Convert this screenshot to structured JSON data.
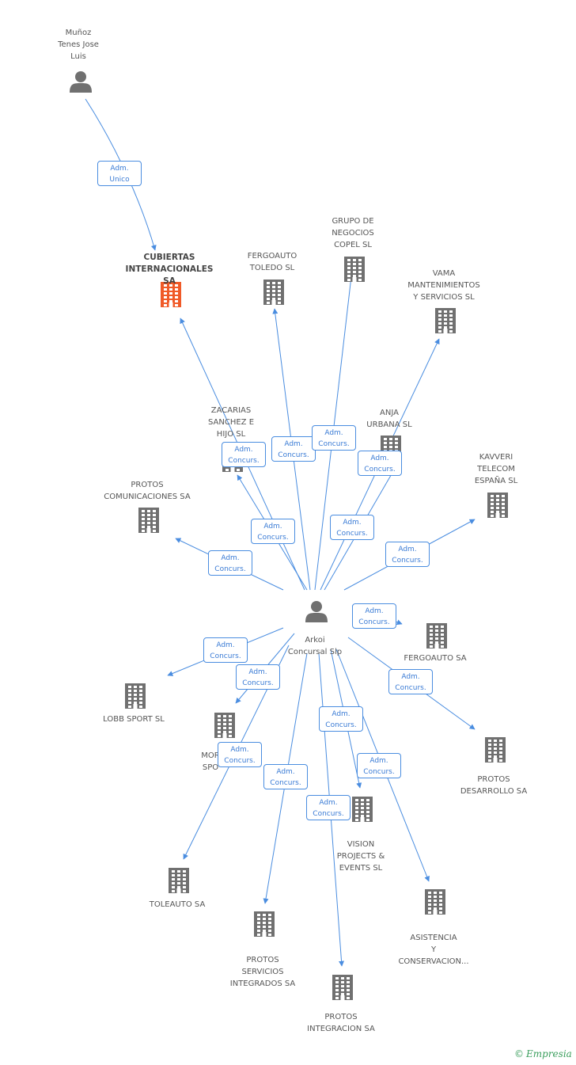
{
  "nodes": [
    {
      "id": "munoz",
      "type": "person",
      "label": "Muñoz\nTenes Jose\nLuis"
    },
    {
      "id": "cubiertas",
      "type": "company-main",
      "label": "CUBIERTAS\nINTERNACIONALES SA"
    },
    {
      "id": "fergoauto_toledo",
      "type": "company",
      "label": "FERGOAUTO\nTOLEDO SL"
    },
    {
      "id": "grupo",
      "type": "company",
      "label": "GRUPO DE\nNEGOCIOS\nCOPEL SL"
    },
    {
      "id": "vama",
      "type": "company",
      "label": "VAMA\nMANTENIMIENTOS\nY SERVICIOS SL"
    },
    {
      "id": "zacarias",
      "type": "company",
      "label": "ZACARIAS\nSANCHEZ E\nHIJO SL"
    },
    {
      "id": "anja",
      "type": "company",
      "label": "ANJA\nURBANA SL"
    },
    {
      "id": "kavveri",
      "type": "company",
      "label": "KAVVERI\nTELECOM\nESPAÑA SL"
    },
    {
      "id": "protos_com",
      "type": "company",
      "label": "PROTOS\nCOMUNICACIONES SA"
    },
    {
      "id": "arkoi",
      "type": "person",
      "label": "Arkoi\nConcursal Slp"
    },
    {
      "id": "fergoauto",
      "type": "company",
      "label": "FERGOAUTO SA"
    },
    {
      "id": "lobb",
      "type": "company",
      "label": "LOBB SPORT SL"
    },
    {
      "id": "mor",
      "type": "company",
      "label": "MOR\nSPO"
    },
    {
      "id": "protos_des",
      "type": "company",
      "label": "PROTOS\nDESARROLLO SA"
    },
    {
      "id": "vision",
      "type": "company",
      "label": "VISION\nPROJECTS &\nEVENTS SL"
    },
    {
      "id": "toleauto",
      "type": "company",
      "label": "TOLEAUTO SA"
    },
    {
      "id": "asistencia",
      "type": "company",
      "label": "ASISTENCIA\nY\nCONSERVACION..."
    },
    {
      "id": "protos_serv",
      "type": "company",
      "label": "PROTOS\nSERVICIOS\nINTEGRADOS SA"
    },
    {
      "id": "protos_int",
      "type": "company",
      "label": "PROTOS\nINTEGRACION SA"
    }
  ],
  "edges": [
    {
      "from": "munoz",
      "to": "cubiertas",
      "label": "Adm.\nUnico"
    },
    {
      "from": "arkoi",
      "to": "cubiertas",
      "label": "Adm.\nConcurs."
    },
    {
      "from": "arkoi",
      "to": "fergoauto_toledo",
      "label": "Adm.\nConcurs."
    },
    {
      "from": "arkoi",
      "to": "grupo",
      "label": "Adm.\nConcurs."
    },
    {
      "from": "arkoi",
      "to": "vama",
      "label": "Adm.\nConcurs."
    },
    {
      "from": "arkoi",
      "to": "zacarias",
      "label": "Adm.\nConcurs."
    },
    {
      "from": "arkoi",
      "to": "anja",
      "label": "Adm.\nConcurs."
    },
    {
      "from": "arkoi",
      "to": "kavveri",
      "label": "Adm.\nConcurs."
    },
    {
      "from": "arkoi",
      "to": "protos_com",
      "label": "Adm.\nConcurs."
    },
    {
      "from": "arkoi",
      "to": "fergoauto",
      "label": "Adm.\nConcurs."
    },
    {
      "from": "arkoi",
      "to": "lobb",
      "label": "Adm.\nConcurs."
    },
    {
      "from": "arkoi",
      "to": "mor",
      "label": "Adm.\nConcurs."
    },
    {
      "from": "arkoi",
      "to": "protos_des",
      "label": "Adm.\nConcurs."
    },
    {
      "from": "arkoi",
      "to": "vision",
      "label": "Adm.\nConcurs."
    },
    {
      "from": "arkoi",
      "to": "toleauto",
      "label": "Adm.\nConcurs."
    },
    {
      "from": "arkoi",
      "to": "asistencia",
      "label": "Adm.\nConcurs."
    },
    {
      "from": "arkoi",
      "to": "protos_serv",
      "label": "Adm.\nConcurs."
    },
    {
      "from": "arkoi",
      "to": "protos_int",
      "label": "Adm.\nConcurs."
    }
  ],
  "colors": {
    "edge": "#4a8de0",
    "icon": "#707070",
    "highlight": "#f05a28"
  },
  "watermark": {
    "symbol": "©",
    "text": "Empresia"
  }
}
